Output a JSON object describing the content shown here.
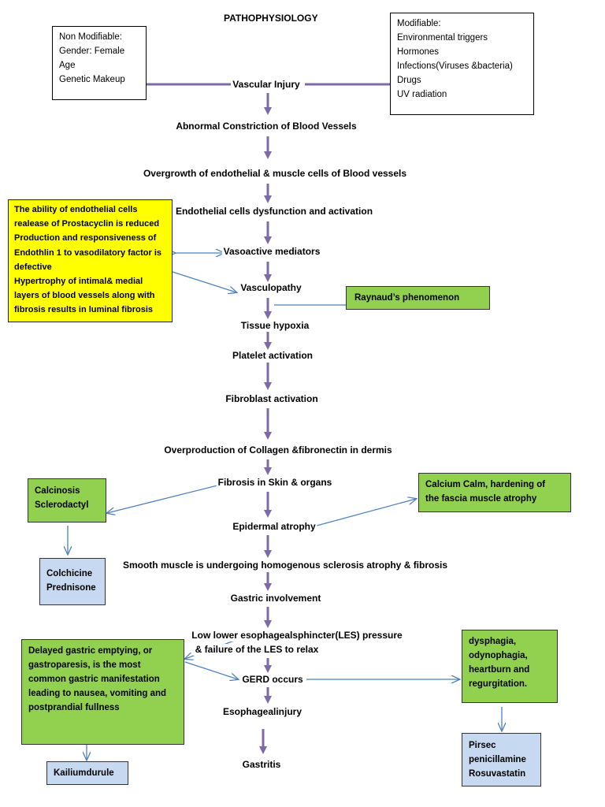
{
  "title": "PATHOPHYSIOLOGY",
  "flow": [
    "Vascular Injury",
    "Abnormal Constriction of Blood Vessels",
    "Overgrowth of endothelial & muscle cells of Blood vessels",
    "Endothelial cells dysfunction and activation",
    "Vasoactive mediators",
    "Vasculopathy",
    "Tissue hypoxia",
    "Platelet activation",
    "Fibroblast activation",
    "Overproduction of Collagen &fibronectin in dermis",
    "Fibrosis in Skin & organs",
    "Epidermal atrophy",
    "Smooth muscle is undergoing homogenous sclerosis atrophy & fibrosis",
    "Gastric involvement",
    "Low lower esophagealsphincter(LES) pressure",
    "& failure of the LES to relax",
    "GERD occurs",
    "Esophagealinjury",
    "Gastritis"
  ],
  "boxes": {
    "non_modifiable": [
      "Non Modifiable:",
      "Gender: Female",
      "Age",
      "Genetic Makeup"
    ],
    "modifiable": [
      "Modifiable:",
      "Environmental triggers",
      "Hormones",
      "Infections(Viruses &bacteria)",
      "Drugs",
      "UV radiation"
    ],
    "endothelial_note": [
      "The ability of endothelial cells",
      "realease of Prostacyclin is reduced",
      "Production and responsiveness of",
      "Endothlin 1 to vasodilatory factor is",
      "defective",
      "Hypertrophy of intimal& medial",
      "layers of blood vessels along with",
      "fibrosis results in luminal fibrosis"
    ],
    "raynaud": [
      "Raynaud’s phenomenon"
    ],
    "calcinosis": [
      "Calcinosis",
      "Sclerodactyl"
    ],
    "calcium_calm": [
      "Calcium Calm, hardening of",
      "the fascia muscle atrophy"
    ],
    "colchicine": [
      "Colchicine",
      "Prednisone"
    ],
    "gastric_note": [
      "Delayed gastric emptying, or",
      "gastroparesis, is the most",
      "common gastric manifestation",
      "leading to nausea, vomiting and",
      "postprandial fullness"
    ],
    "kailiumdurule": [
      "Kailiumdurule"
    ],
    "dysphagia": [
      "dysphagia,",
      "odynophagia,",
      "heartburn and",
      "regurgitation."
    ],
    "pirsec": [
      "Pirsec",
      "penicillamine",
      "Rosuvastatin"
    ]
  },
  "colors": {
    "spine_arrow": "#7f6aa8",
    "side_arrow": "#4f81bd",
    "yellow": "#ffff00",
    "green": "#92d050",
    "blue": "#c6d9f1"
  }
}
